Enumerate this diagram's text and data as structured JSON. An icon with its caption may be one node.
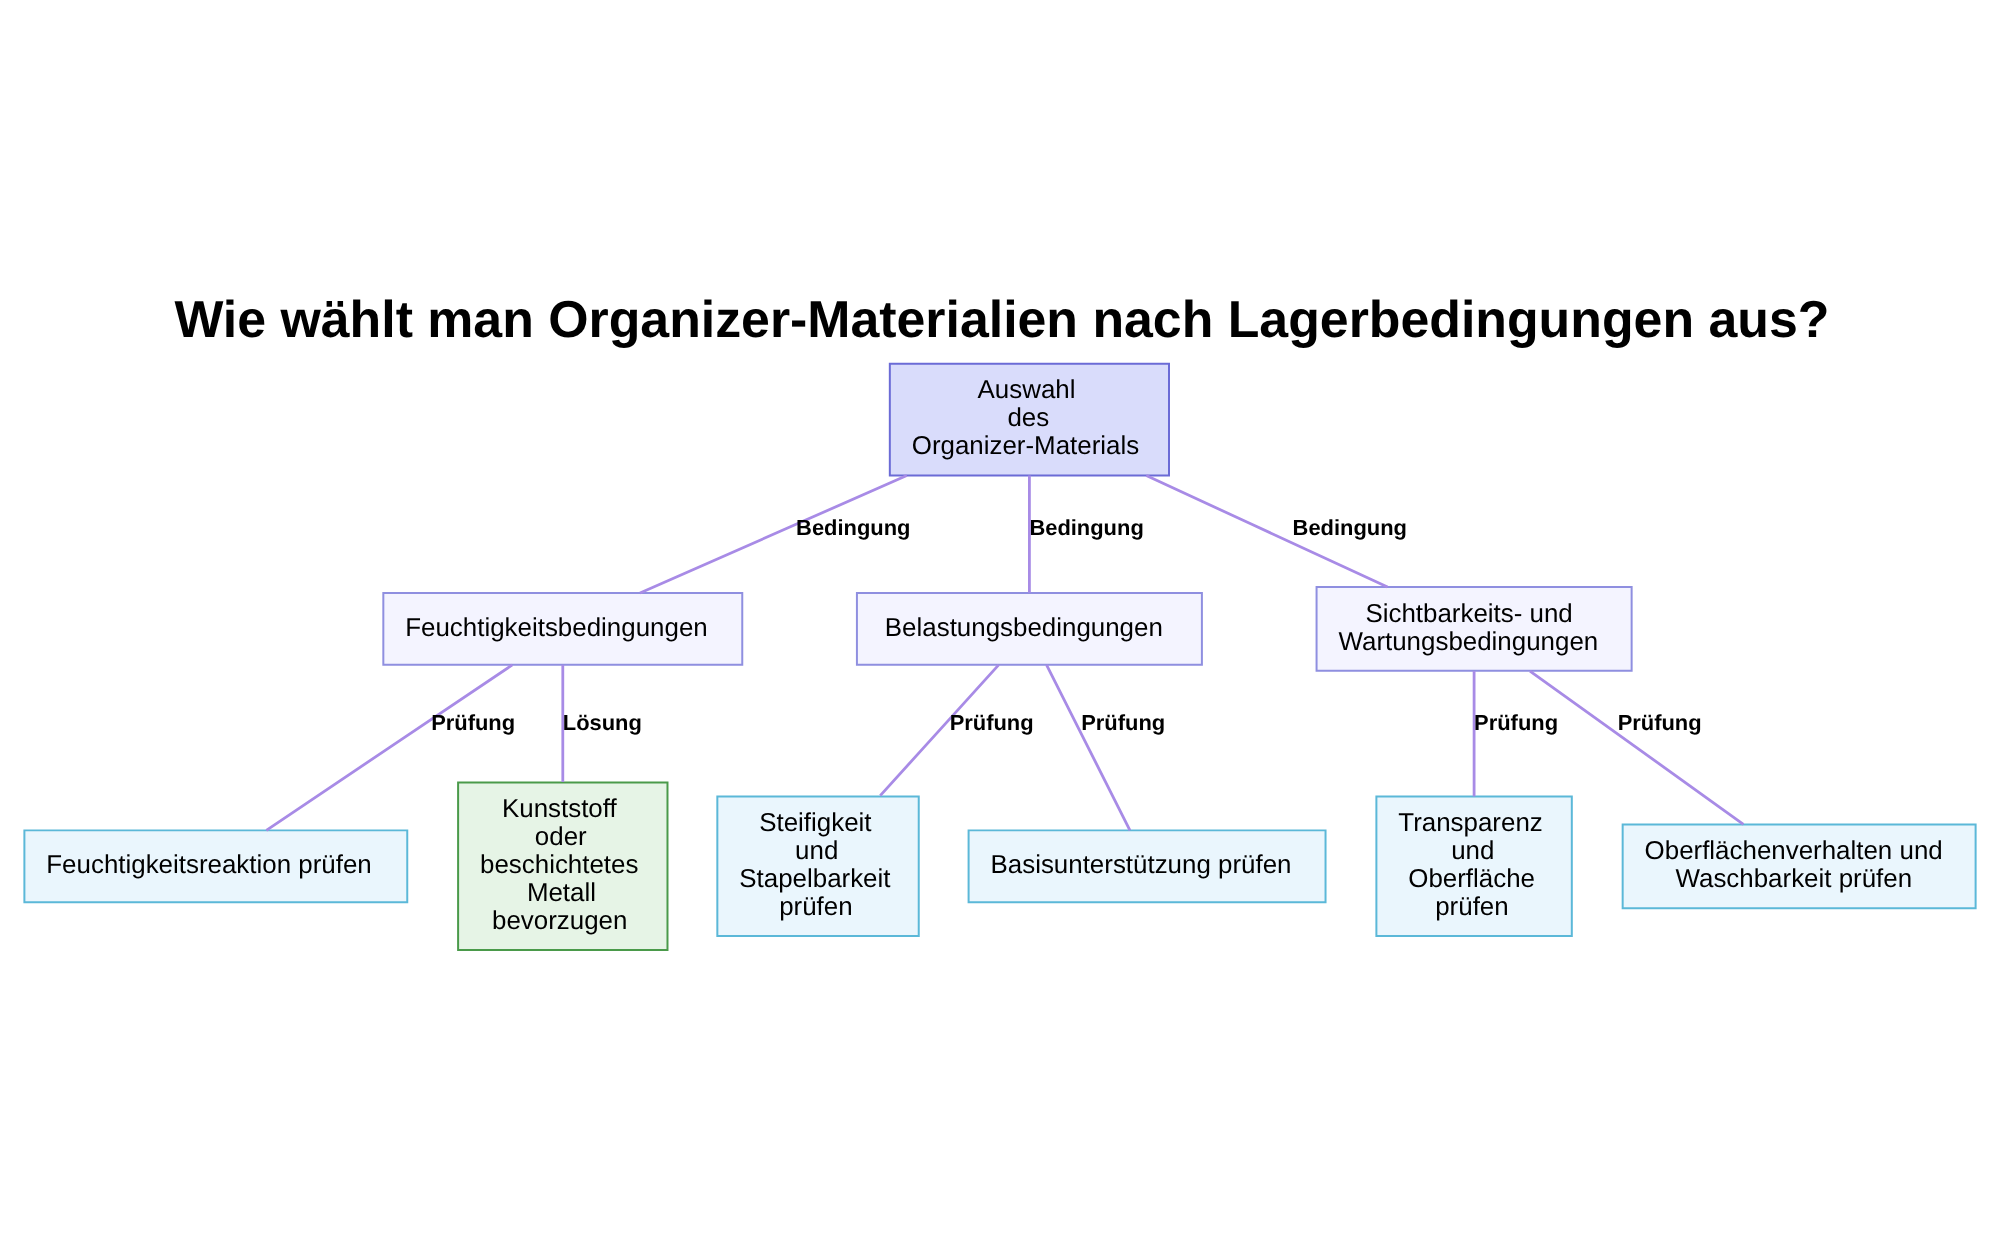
{
  "diagram": {
    "title": "Wie wählt man Organizer-Materialien nach Lagerbedingungen aus?",
    "nodes": [
      {
        "text": [
          "Auswahl des Organizer-Materials"
        ]
      },
      {
        "text": [
          "Feuchtigkeitsbedingungen"
        ]
      },
      {
        "text": [
          "Belastungsbedingungen"
        ]
      },
      {
        "text": [
          "Sichtbarkeits- und Wartungsbedingungen"
        ]
      },
      {
        "text": [
          "Feuchtigkeitsreaktion prüfen"
        ]
      },
      {
        "text": [
          "Kunststoff oder beschichtetes Metall bevorzugen"
        ]
      },
      {
        "text": [
          "Steifigkeit und Stapelbarkeit prüfen"
        ]
      },
      {
        "text": [
          "Basisunterstützung prüfen"
        ]
      },
      {
        "text": [
          "Transparenz und Oberfläche prüfen"
        ]
      },
      {
        "text": [
          "Oberflächenverhalten und Waschbarkeit prüfen"
        ]
      }
    ],
    "edges": [
      {
        "from": 0,
        "to": 1,
        "arrow": "none",
        "label": "Bedingung"
      },
      {
        "from": 0,
        "to": 2,
        "arrow": "none",
        "label": "Bedingung"
      },
      {
        "from": 0,
        "to": 3,
        "arrow": "none",
        "label": "Bedingung"
      },
      {
        "from": 1,
        "to": 4,
        "arrow": "none",
        "label": "Prüfung"
      },
      {
        "from": 1,
        "to": 5,
        "arrow": "none",
        "label": "Lösung"
      },
      {
        "from": 2,
        "to": 6,
        "arrow": "none",
        "label": "Prüfung"
      },
      {
        "from": 2,
        "to": 7,
        "arrow": "none",
        "label": "Prüfung"
      },
      {
        "from": 3,
        "to": 8,
        "arrow": "none",
        "label": "Prüfung"
      },
      {
        "from": 3,
        "to": 9,
        "arrow": "none",
        "label": "Prüfung"
      }
    ]
  }
}
